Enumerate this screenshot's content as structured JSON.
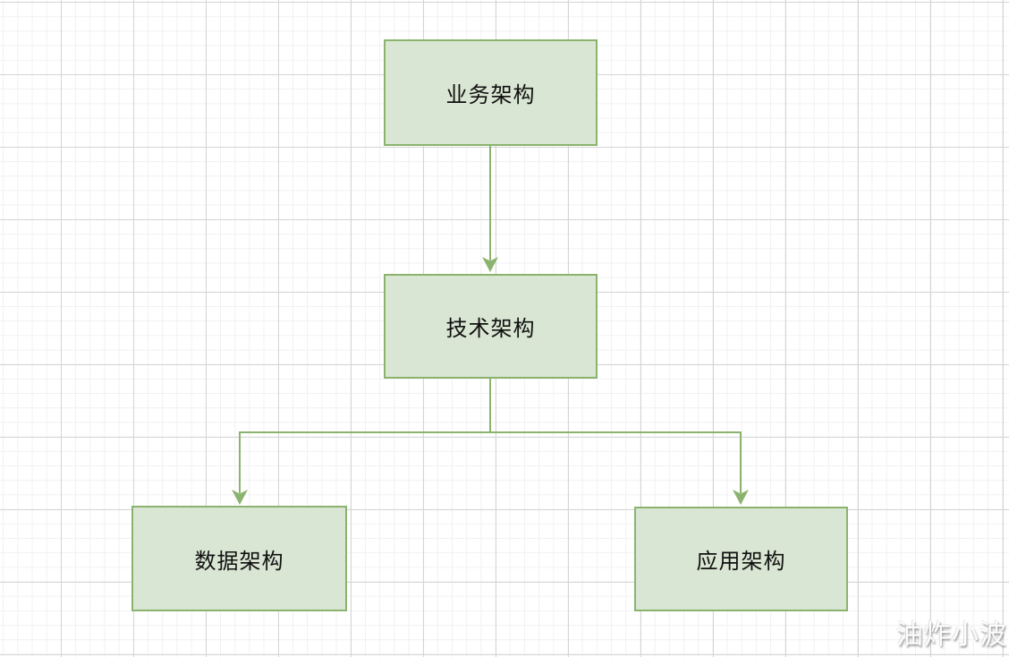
{
  "diagram": {
    "type": "flowchart",
    "nodes": [
      {
        "id": "business",
        "label": "业务架构"
      },
      {
        "id": "technical",
        "label": "技术架构"
      },
      {
        "id": "data",
        "label": "数据架构"
      },
      {
        "id": "application",
        "label": "应用架构"
      }
    ],
    "edges": [
      {
        "from": "business",
        "to": "technical",
        "style": "arrow-down"
      },
      {
        "from": "technical",
        "to": "data",
        "style": "orthogonal-arrow"
      },
      {
        "from": "technical",
        "to": "application",
        "style": "orthogonal-arrow"
      }
    ],
    "colors": {
      "node_fill": "#d9e6d3",
      "node_border": "#8bb36e",
      "connector": "#8bb36e",
      "text": "#111111",
      "grid_minor": "#f1f1f1",
      "grid_major": "#d5d5d5",
      "background": "#ffffff"
    },
    "watermark": "油炸小波"
  }
}
